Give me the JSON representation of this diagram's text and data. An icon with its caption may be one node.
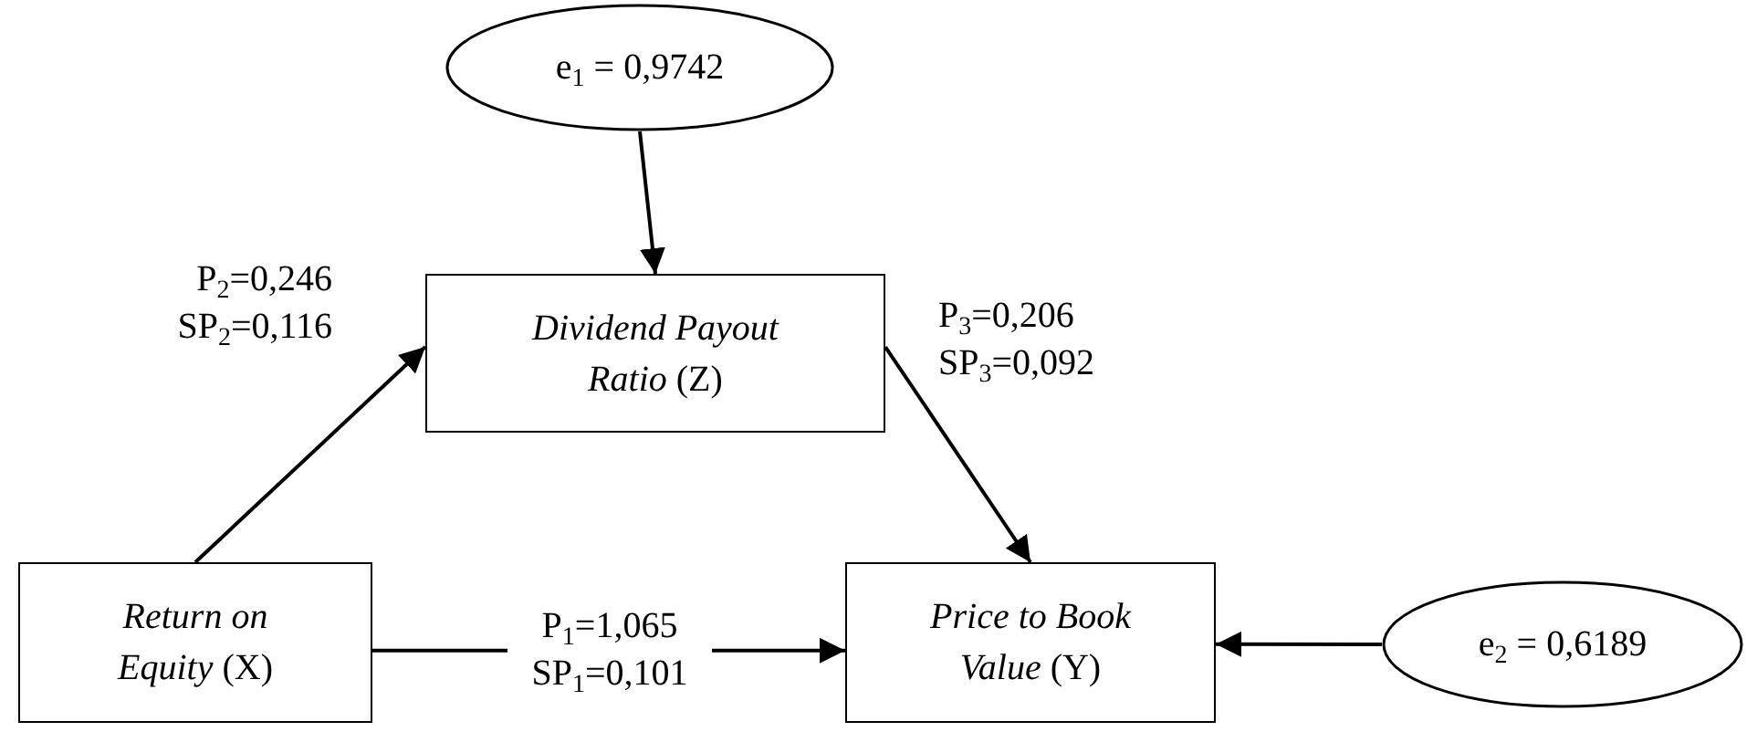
{
  "diagram": {
    "nodes": [
      {
        "text": [
          "e$_{1}$ = 0,9742"
        ]
      },
      {
        "text": [
          "*Dividend Payout Ratio* (Z)"
        ]
      },
      {
        "text": [
          "*Return on Equity* (X)"
        ]
      },
      {
        "text": [
          "*Price to Book Value* (Y)"
        ]
      },
      {
        "text": [
          "e$_{2}$ = 0,6189"
        ]
      }
    ],
    "edges": [
      {
        "from": 0,
        "to": 1,
        "arrow": "to"
      },
      {
        "from": 2,
        "to": 1,
        "arrow": "to",
        "label": "P$_{2}$=0,246 SP$_{2}$=0,116"
      },
      {
        "from": 1,
        "to": 3,
        "arrow": "to",
        "label": "P$_{3}$=0,206 SP$_{3}$=0,092"
      },
      {
        "from": 2,
        "to": 3,
        "arrow": "to",
        "label": "P$_{1}$=1,065 SP$_{1}$=0,101"
      },
      {
        "from": 4,
        "to": 3,
        "arrow": "to"
      }
    ]
  }
}
